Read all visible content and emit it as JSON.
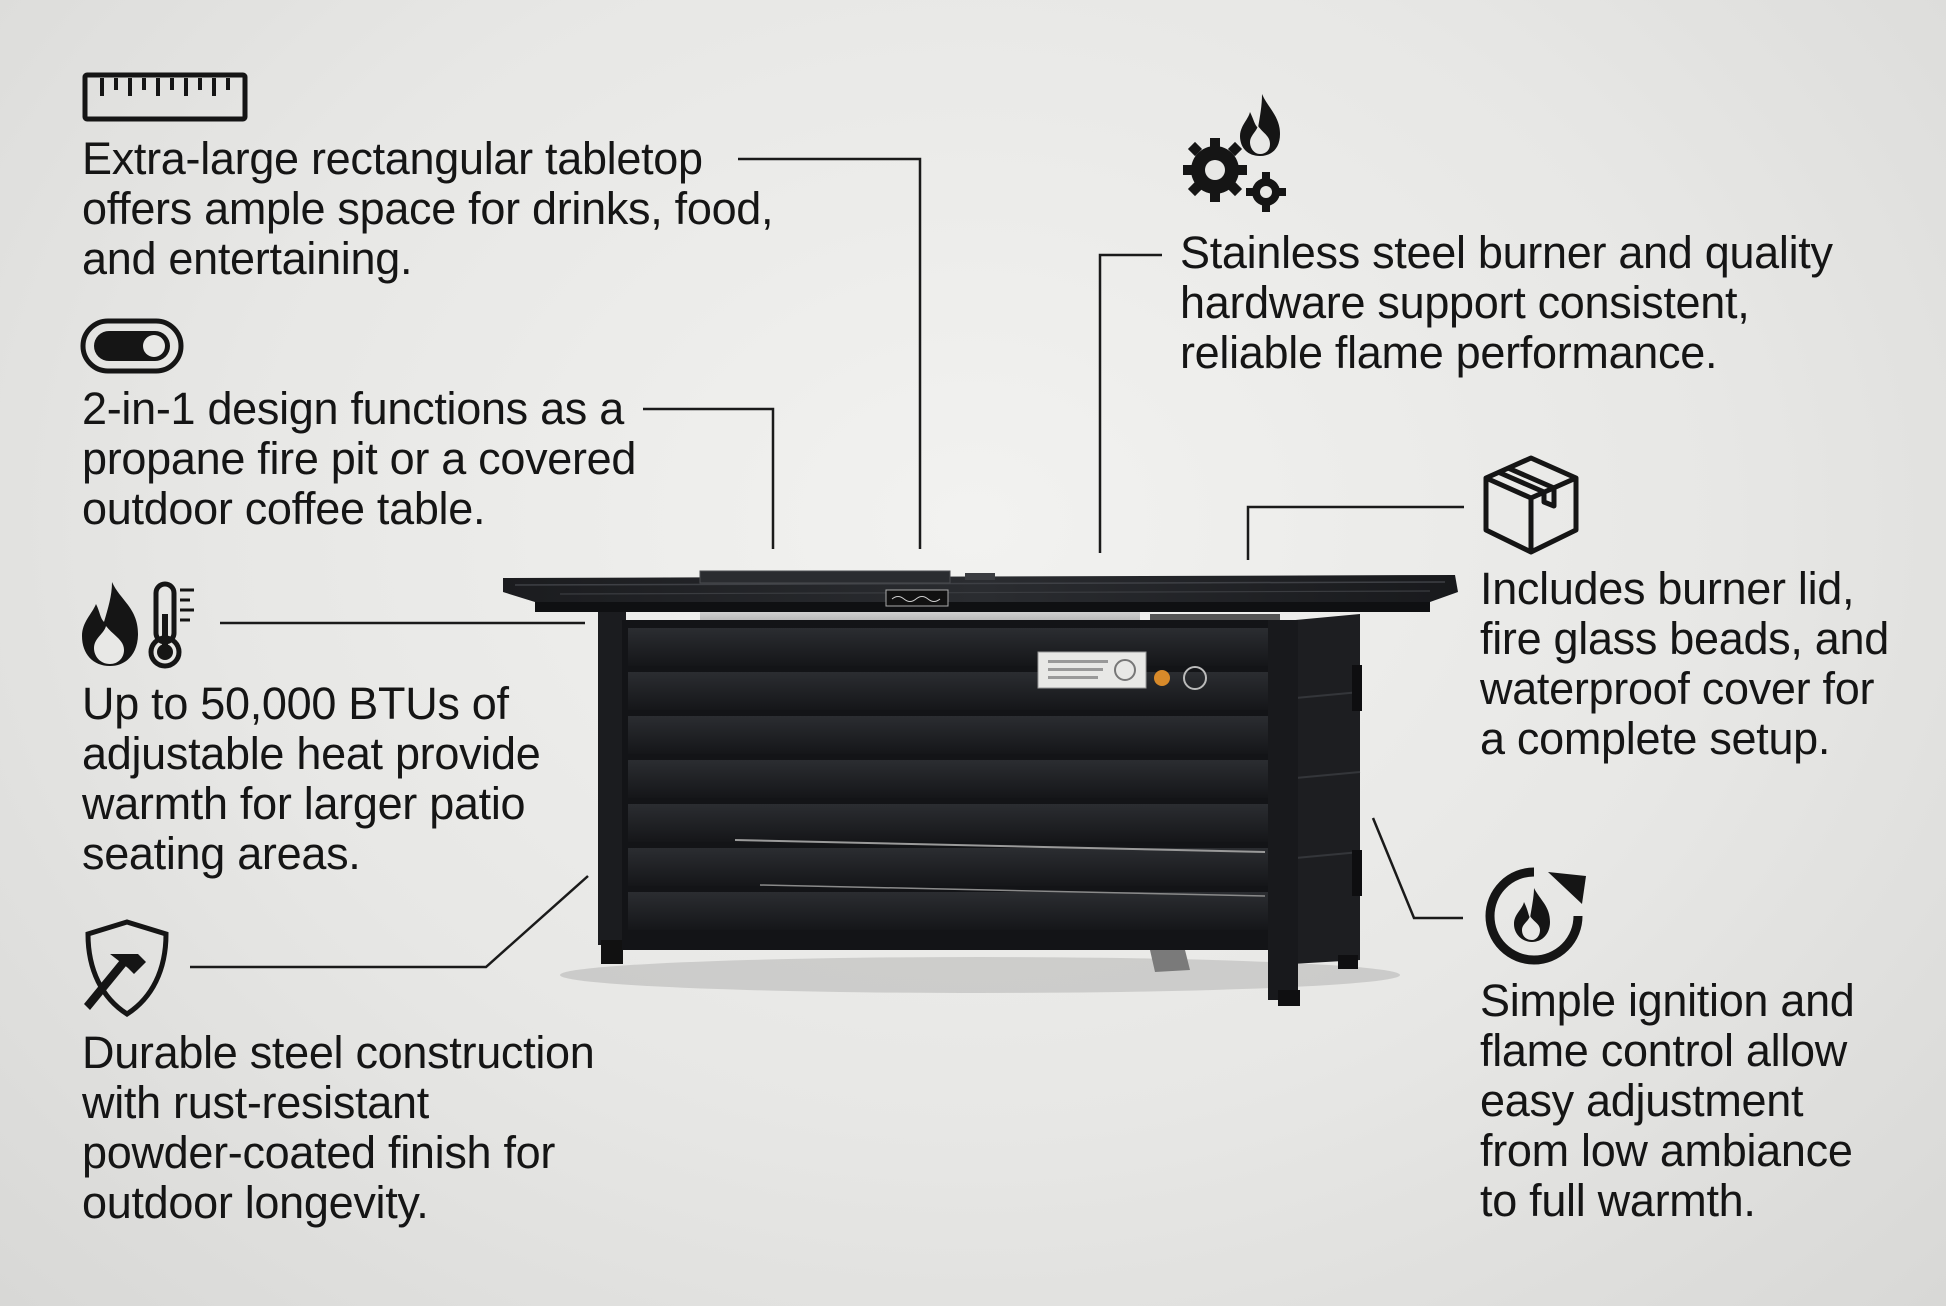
{
  "features": {
    "tabletop": {
      "icon": "ruler-icon",
      "text": "Extra-large rectangular tabletop\noffers ample space for drinks, food,\nand entertaining."
    },
    "two_in_one": {
      "icon": "toggle-icon",
      "text": "2-in-1 design functions as a\npropane fire pit or a covered\noutdoor coffee table."
    },
    "heat": {
      "icon": "flame-thermometer-icon",
      "text": "Up to 50,000 BTUs of\nadjustable heat provide\nwarmth for larger patio\nseating areas."
    },
    "durable": {
      "icon": "shield-hammer-icon",
      "text": "Durable steel construction\nwith rust-resistant\npowder-coated finish for\noutdoor longevity."
    },
    "burner": {
      "icon": "gears-flame-icon",
      "text": "Stainless steel burner and quality\nhardware support consistent,\nreliable flame performance."
    },
    "includes": {
      "icon": "box-icon",
      "text": "Includes burner lid,\nfire glass beads, and\nwaterproof cover for\na complete setup."
    },
    "ignition": {
      "icon": "flame-dial-icon",
      "text": "Simple ignition and\nflame control allow\neasy adjustment\nfrom low ambiance\nto full warmth."
    }
  },
  "product": {
    "name": "rectangular propane fire pit table",
    "color": "#1b1c1f"
  },
  "colors": {
    "text": "#151515",
    "lines": "#1a1a1a"
  }
}
